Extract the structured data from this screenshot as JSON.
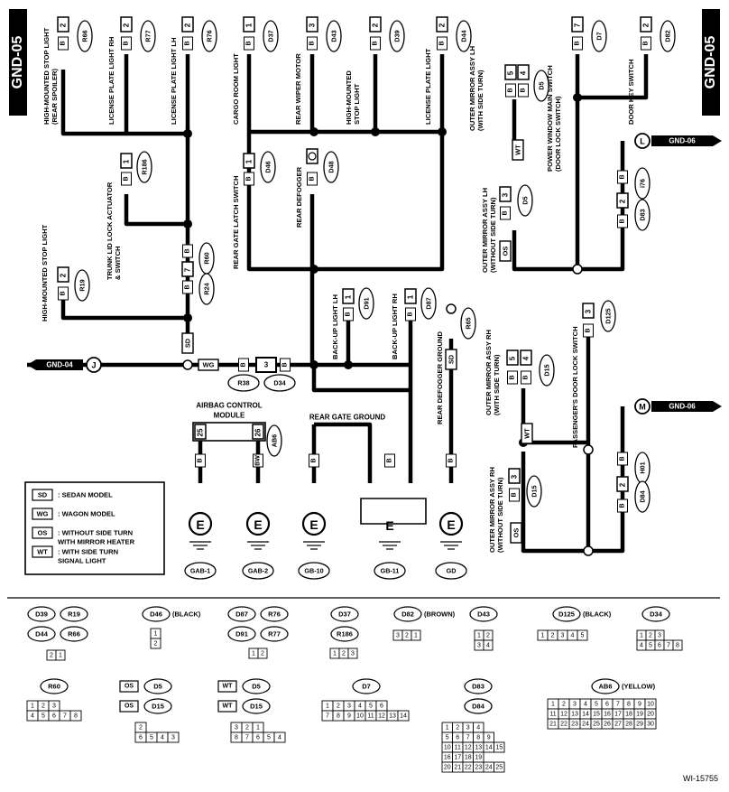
{
  "page_tags": {
    "left": "GND-05",
    "right": "GND-05"
  },
  "ground_refs": {
    "j": "J",
    "gnd04": "GND-04",
    "l": "L",
    "gnd06_l": "GND-06",
    "m": "M",
    "gnd06_m": "GND-06"
  },
  "components": {
    "r66": {
      "label": "HIGH-MOUNTED STOP LIGHT\n(REAR SPOILER)",
      "id": "R66",
      "pin": "2",
      "wire": "B"
    },
    "r77": {
      "label": "LICENSE PLATE LIGHT RH",
      "id": "R77",
      "pin": "2",
      "wire": "B"
    },
    "r76": {
      "label": "LICENSE PLATE LIGHT LH",
      "id": "R76",
      "pin": "2",
      "wire": "B"
    },
    "d37": {
      "label": "CARGO ROOM LIGHT",
      "id": "D37",
      "pin": "1",
      "wire": "B"
    },
    "d43": {
      "label": "REAR WIPER MOTOR",
      "id": "D43",
      "pin": "3",
      "wire": "B"
    },
    "d39": {
      "label": "HIGH-MOUNTED\nSTOP LIGHT",
      "id": "D39",
      "pin": "2",
      "wire": "B"
    },
    "d44": {
      "label": "LICENSE PLATE LIGHT",
      "id": "D44",
      "pin": "2",
      "wire": "B"
    },
    "d5a": {
      "label": "OUTER MIRROR ASSY LH\n(WITH SIDE TURN)",
      "id": "D5",
      "pins": [
        "5",
        "4"
      ],
      "wire": "B"
    },
    "d7": {
      "label": "POWER WINDOW MAIN SWITCH\n(DOOR LOCK SWITCH)",
      "id": "D7",
      "pin": "7",
      "wire": "B"
    },
    "d82": {
      "label": "DOOR KEY SWITCH",
      "id": "D82",
      "pin": "2",
      "wire": "B"
    },
    "r186": {
      "label": "TRUNK LID LOCK ACTUATOR\n& SWITCH",
      "id": "R186",
      "pin": "1",
      "wire": "B"
    },
    "d46": {
      "label": "REAR GATE LATCH SWITCH",
      "id": "D46",
      "pin": "1",
      "wire": "B"
    },
    "d48": {
      "label": "REAR DEFOGGER",
      "id": "D48",
      "wire": "B"
    },
    "d5b": {
      "label": "OUTER MIRROR ASSY LH\n(WITHOUT SIDE TURN)",
      "id": "D5",
      "pin": "3",
      "wire": "B"
    },
    "i76": {
      "id": "i76",
      "wire": "B"
    },
    "d83": {
      "id": "D83",
      "pin": "2",
      "wire": "B"
    },
    "r19": {
      "label": "HIGH-MOUNTED STOP LIGHT",
      "id": "R19",
      "pin": "2",
      "wire": "B"
    },
    "r60": {
      "id": "R60",
      "wire": "B"
    },
    "r24": {
      "id": "R24",
      "pin": "7",
      "wire": "B"
    },
    "d91": {
      "label": "BACK-UP LIGHT LH",
      "id": "D91",
      "pin": "1",
      "wire": "B"
    },
    "d87": {
      "label": "BACK-UP LIGHT RH",
      "id": "D87",
      "pin": "1",
      "wire": "B"
    },
    "r65": {
      "label": "REAR DEFOGGER GROUND",
      "id": "R65"
    },
    "d15a": {
      "label": "OUTER MIRROR ASSY RH\n(WITH SIDE TURN)",
      "id": "D15",
      "pins": [
        "5",
        "4"
      ],
      "wire": "B"
    },
    "d125": {
      "label": "PASSENGER'S DOOR LOCK SWITCH",
      "id": "D125",
      "pin": "3",
      "wire": "B"
    },
    "d15b": {
      "label": "OUTER MIRROR ASSY RH\n(WITHOUT SIDE TURN)",
      "id": "D15",
      "pin": "3",
      "wire": "B"
    },
    "h01": {
      "id": "H01",
      "wire": "B"
    },
    "d84": {
      "id": "D84",
      "pin": "2",
      "wire": "B"
    },
    "r38": {
      "id": "R38",
      "wire": "B"
    },
    "d34": {
      "id": "D34",
      "pin": "3",
      "wire": "B"
    },
    "ab6": {
      "label": "AIRBAG CONTROL\nMODULE",
      "id": "AB6",
      "pins": [
        "25",
        "26"
      ],
      "wires": [
        "B",
        "BW"
      ]
    },
    "rear_gate_ground": {
      "label": "REAR GATE GROUND"
    }
  },
  "model_tags": {
    "sd": "SD",
    "wg": "WG",
    "os": "OS",
    "wt": "WT"
  },
  "grounds": [
    {
      "id": "GAB-1",
      "symbol": "E",
      "wire": "B"
    },
    {
      "id": "GAB-2",
      "symbol": "E",
      "wire": "BW"
    },
    {
      "id": "GB-10",
      "symbol": "E",
      "wire": "B"
    },
    {
      "id": "GB-11",
      "symbol": "E",
      "wire": "B"
    },
    {
      "id": "GD",
      "symbol": "E",
      "wire": "B"
    }
  ],
  "legend": [
    {
      "code": "SD",
      "text": ": SEDAN MODEL"
    },
    {
      "code": "WG",
      "text": ": WAGON MODEL"
    },
    {
      "code": "OS",
      "text": ": WITHOUT SIDE TURN\nWITH MIRROR HEATER"
    },
    {
      "code": "WT",
      "text": ": WITH SIDE TURN\nSIGNAL LIGHT"
    }
  ],
  "connectors": {
    "g1": {
      "ids": [
        "D39",
        "R19",
        "D44",
        "R66"
      ],
      "rows": [
        [
          "2",
          "1"
        ]
      ]
    },
    "g2": {
      "ids": [
        "D46"
      ],
      "color": "(BLACK)",
      "rows": [
        [
          "1"
        ],
        [
          "2"
        ]
      ]
    },
    "g3": {
      "ids": [
        "D87",
        "R76",
        "D91",
        "R77"
      ],
      "rows": [
        [
          "1",
          "2"
        ]
      ]
    },
    "g4": {
      "ids": [
        "D37",
        "R186"
      ],
      "rows": [
        [
          "1",
          "2",
          "3"
        ]
      ]
    },
    "g5": {
      "ids": [
        "D82"
      ],
      "color": "(BROWN)",
      "rows": [
        [
          "3",
          "2",
          "1"
        ]
      ]
    },
    "g6": {
      "ids": [
        "D43"
      ],
      "rows": [
        [
          "1",
          "2"
        ],
        [
          "3",
          "4"
        ]
      ]
    },
    "g7": {
      "ids": [
        "D125"
      ],
      "color": "(BLACK)",
      "rows": [
        [
          "1",
          "2",
          "3",
          "4",
          "5"
        ]
      ]
    },
    "g8": {
      "ids": [
        "D34"
      ],
      "rows": [
        [
          "1",
          "2",
          "3"
        ],
        [
          "4",
          "5",
          "6",
          "7",
          "8"
        ]
      ]
    },
    "g9": {
      "ids": [
        "R60"
      ],
      "rows": [
        [
          "1",
          "2",
          "3"
        ],
        [
          "4",
          "5",
          "6",
          "7",
          "8"
        ]
      ]
    },
    "g10": {
      "ids": [
        "D5",
        "D15"
      ],
      "tags": [
        "OS",
        "OS"
      ],
      "rows": [
        [
          "2"
        ],
        [
          "6",
          "5",
          "4",
          "3"
        ]
      ]
    },
    "g11": {
      "ids": [
        "D5",
        "D15"
      ],
      "tags": [
        "WT",
        "WT"
      ],
      "rows": [
        [
          "3",
          "2",
          "1"
        ],
        [
          "8",
          "7",
          "6",
          "5",
          "4"
        ]
      ]
    },
    "g12": {
      "ids": [
        "D7"
      ],
      "rows": [
        [
          "1",
          "2",
          "3",
          "4",
          "5",
          "6"
        ],
        [
          "7",
          "8",
          "9",
          "10",
          "11",
          "12",
          "13",
          "14"
        ]
      ]
    },
    "g13": {
      "ids": [
        "D83",
        "D84"
      ],
      "rows": [
        [
          "1",
          "2",
          "3",
          "4"
        ],
        [
          "5",
          "6",
          "7",
          "8",
          "9"
        ],
        [
          "10",
          "11",
          "12",
          "13",
          "14",
          "15"
        ],
        [
          "16",
          "17",
          "18",
          "19"
        ],
        [
          "20",
          "21",
          "22",
          "23",
          "24",
          "25"
        ]
      ]
    },
    "g14": {
      "ids": [
        "AB6"
      ],
      "color": "(YELLOW)",
      "rows": [
        [
          "1",
          "2",
          "3",
          "4",
          "5",
          "6",
          "7",
          "8",
          "9",
          "10"
        ],
        [
          "11",
          "12",
          "13",
          "14",
          "15",
          "16",
          "17",
          "18",
          "19",
          "20"
        ],
        [
          "21",
          "22",
          "23",
          "24",
          "25",
          "26",
          "27",
          "28",
          "29",
          "30"
        ]
      ]
    }
  },
  "figure_code": "WI-15755"
}
